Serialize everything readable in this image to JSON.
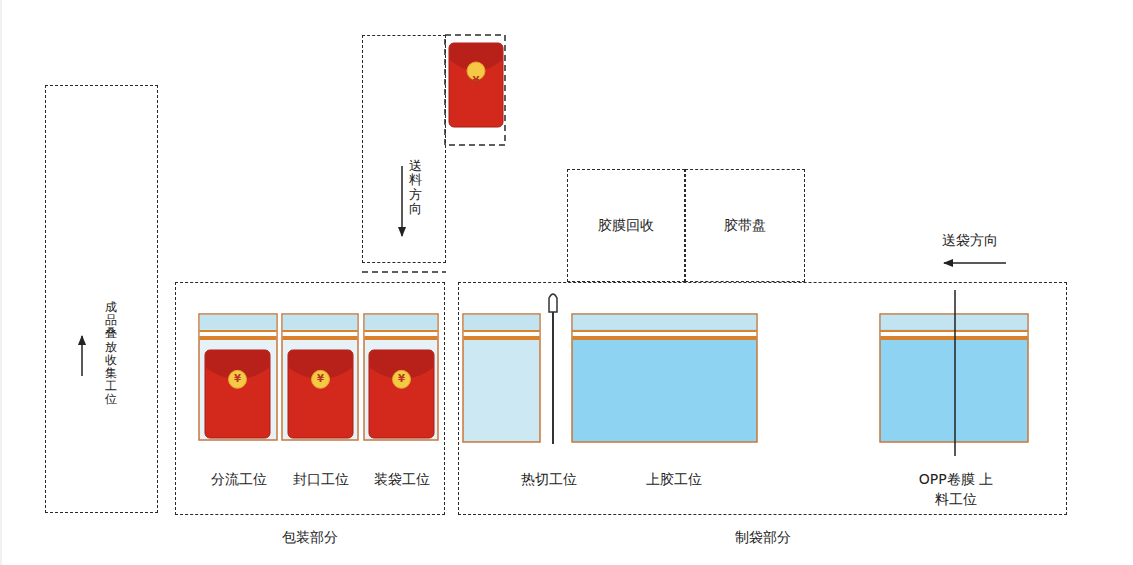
{
  "diagram": {
    "nodes": [
      {
        "text": [
          "成品叠放收集工位"
        ]
      },
      {
        "text": [
          "送料方向"
        ]
      },
      {
        "text": [
          "胶膜回收"
        ]
      },
      {
        "text": [
          "胶带盘"
        ]
      },
      {
        "text": [
          "包装部分"
        ]
      },
      {
        "text": [
          "分流工位"
        ],
        "in": 4
      },
      {
        "text": [
          "封口工位"
        ],
        "in": 4
      },
      {
        "text": [
          "装袋工位"
        ],
        "in": 4
      },
      {
        "text": [
          "制袋部分"
        ]
      },
      {
        "text": [
          "热切工位"
        ],
        "in": 8
      },
      {
        "text": [
          "上胶工位"
        ],
        "in": 8
      },
      {
        "text": [
          "OPP卷膜 上料工位"
        ],
        "in": 8
      }
    ],
    "labels": [
      "¥",
      "送袋方向",
      "¥",
      "¥",
      "¥"
    ]
  }
}
